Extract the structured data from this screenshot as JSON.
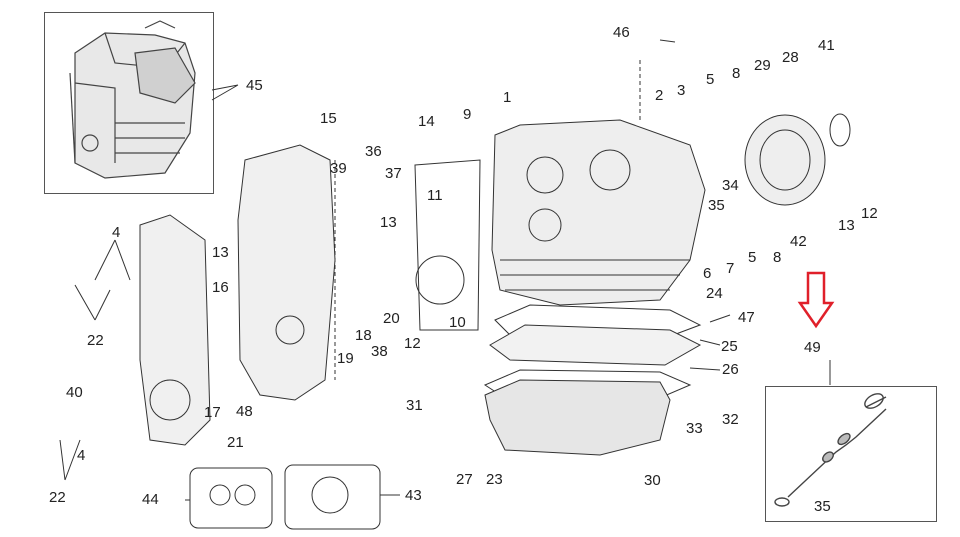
{
  "diagram": {
    "callouts": [
      {
        "id": "c45",
        "text": "45"
      },
      {
        "id": "c46",
        "text": "46"
      },
      {
        "id": "c1",
        "text": "1"
      },
      {
        "id": "c2",
        "text": "2"
      },
      {
        "id": "c3",
        "text": "3"
      },
      {
        "id": "c5a",
        "text": "5"
      },
      {
        "id": "c8a",
        "text": "8"
      },
      {
        "id": "c29",
        "text": "29"
      },
      {
        "id": "c28",
        "text": "28"
      },
      {
        "id": "c41",
        "text": "41"
      },
      {
        "id": "c15",
        "text": "15"
      },
      {
        "id": "c14",
        "text": "14"
      },
      {
        "id": "c9",
        "text": "9"
      },
      {
        "id": "c36",
        "text": "36"
      },
      {
        "id": "c39",
        "text": "39"
      },
      {
        "id": "c37",
        "text": "37"
      },
      {
        "id": "c11",
        "text": "11"
      },
      {
        "id": "c13a",
        "text": "13"
      },
      {
        "id": "c34",
        "text": "34"
      },
      {
        "id": "c35a",
        "text": "35"
      },
      {
        "id": "c13b",
        "text": "13"
      },
      {
        "id": "c12a",
        "text": "12"
      },
      {
        "id": "c42",
        "text": "42"
      },
      {
        "id": "c4a",
        "text": "4"
      },
      {
        "id": "c13c",
        "text": "13"
      },
      {
        "id": "c16",
        "text": "16"
      },
      {
        "id": "c22a",
        "text": "22"
      },
      {
        "id": "c6",
        "text": "6"
      },
      {
        "id": "c7",
        "text": "7"
      },
      {
        "id": "c5b",
        "text": "5"
      },
      {
        "id": "c8b",
        "text": "8"
      },
      {
        "id": "c24",
        "text": "24"
      },
      {
        "id": "c47",
        "text": "47"
      },
      {
        "id": "c20",
        "text": "20"
      },
      {
        "id": "c10",
        "text": "10"
      },
      {
        "id": "c18",
        "text": "18"
      },
      {
        "id": "c19",
        "text": "19"
      },
      {
        "id": "c38",
        "text": "38"
      },
      {
        "id": "c12b",
        "text": "12"
      },
      {
        "id": "c25",
        "text": "25"
      },
      {
        "id": "c49",
        "text": "49"
      },
      {
        "id": "c40",
        "text": "40"
      },
      {
        "id": "c26",
        "text": "26"
      },
      {
        "id": "c17",
        "text": "17"
      },
      {
        "id": "c48",
        "text": "48"
      },
      {
        "id": "c31",
        "text": "31"
      },
      {
        "id": "c32",
        "text": "32"
      },
      {
        "id": "c33",
        "text": "33"
      },
      {
        "id": "c21",
        "text": "21"
      },
      {
        "id": "c4b",
        "text": "4"
      },
      {
        "id": "c22b",
        "text": "22"
      },
      {
        "id": "c27",
        "text": "27"
      },
      {
        "id": "c23",
        "text": "23"
      },
      {
        "id": "c30",
        "text": "30"
      },
      {
        "id": "c44",
        "text": "44"
      },
      {
        "id": "c43",
        "text": "43"
      },
      {
        "id": "c35b",
        "text": "35"
      }
    ],
    "highlight_arrow_color": "#e0202a",
    "line_color": "#333333"
  }
}
